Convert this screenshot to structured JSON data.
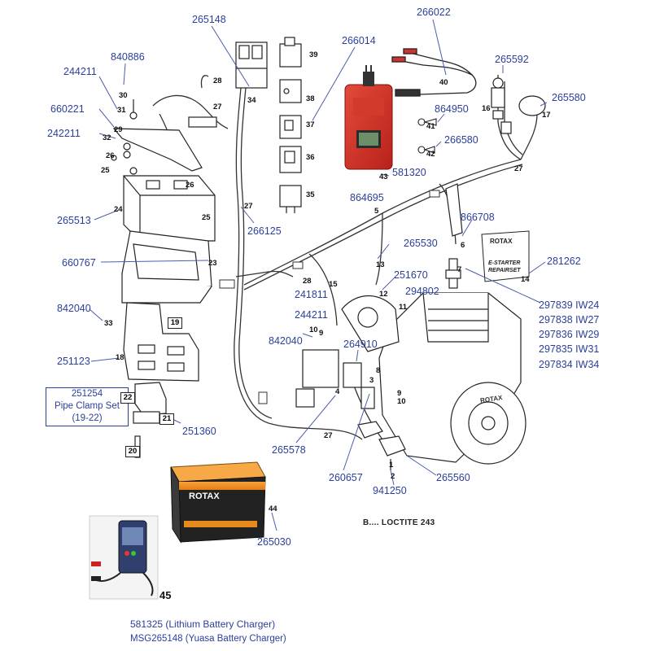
{
  "part_numbers": {
    "p265148": "265148",
    "p266022": "266022",
    "p840886": "840886",
    "p244211a": "244211",
    "p266014": "266014",
    "p265592": "265592",
    "p660221": "660221",
    "p265580": "265580",
    "p242211": "242211",
    "p864950": "864950",
    "p266580": "266580",
    "p581320": "581320",
    "p864695": "864695",
    "p265513": "265513",
    "p266125": "266125",
    "p866708": "866708",
    "p265530": "265530",
    "p660767": "660767",
    "p281262": "281262",
    "p251670": "251670",
    "p241811": "241811",
    "p294802": "294802",
    "p842040a": "842040",
    "p244211b": "244211",
    "p842040b": "842040",
    "p264910": "264910",
    "p251123": "251123",
    "p251254": "251254",
    "p251360": "251360",
    "p265578": "265578",
    "p260657": "260657",
    "p941250": "941250",
    "p265560": "265560",
    "p265030": "265030"
  },
  "pipe_clamp": {
    "line1": "Pipe Clamp Set",
    "line2": "(19-22)"
  },
  "ignition_coils": [
    "297839 IW24",
    "297838 IW27",
    "297836 IW29",
    "297835 IW31",
    "297834 IW34"
  ],
  "refs": {
    "r1": "1",
    "r2": "2",
    "r3": "3",
    "r4": "4",
    "r5": "5",
    "r6": "6",
    "r7": "7",
    "r8": "8",
    "r9": "9",
    "r10": "10",
    "r11": "11",
    "r12": "12",
    "r13": "13",
    "r14": "14",
    "r15": "15",
    "r16": "16",
    "r17": "17",
    "r18": "18",
    "r19": "19",
    "r20": "20",
    "r21": "21",
    "r22": "22",
    "r23": "23",
    "r24": "24",
    "r25a": "25",
    "r25b": "25",
    "r26a": "26",
    "r26b": "26",
    "r27a": "27",
    "r27b": "27",
    "r27c": "27",
    "r27d": "27",
    "r28a": "28",
    "r28b": "28",
    "r29": "29",
    "r30": "30",
    "r31": "31",
    "r32": "32",
    "r33": "33",
    "r34": "34",
    "r35": "35",
    "r36": "36",
    "r37": "37",
    "r38": "38",
    "r39": "39",
    "r40": "40",
    "r41": "41",
    "r42": "42",
    "r43": "43",
    "r44": "44",
    "r45": "45",
    "r9b": "9",
    "r10b": "10"
  },
  "estarter_card": {
    "brand": "ROTAX",
    "line1": "E-STARTER",
    "line2": "REPAIRSET"
  },
  "battery": {
    "brand": "ROTAX"
  },
  "motor_brand": "ROTAX",
  "loctite_note": "B.... LOCTITE 243",
  "charger": {
    "ref": "45",
    "lithium": "581325 (Lithium Battery Charger)",
    "yuasa": "MSG265148 (Yuasa Battery Charger)"
  }
}
